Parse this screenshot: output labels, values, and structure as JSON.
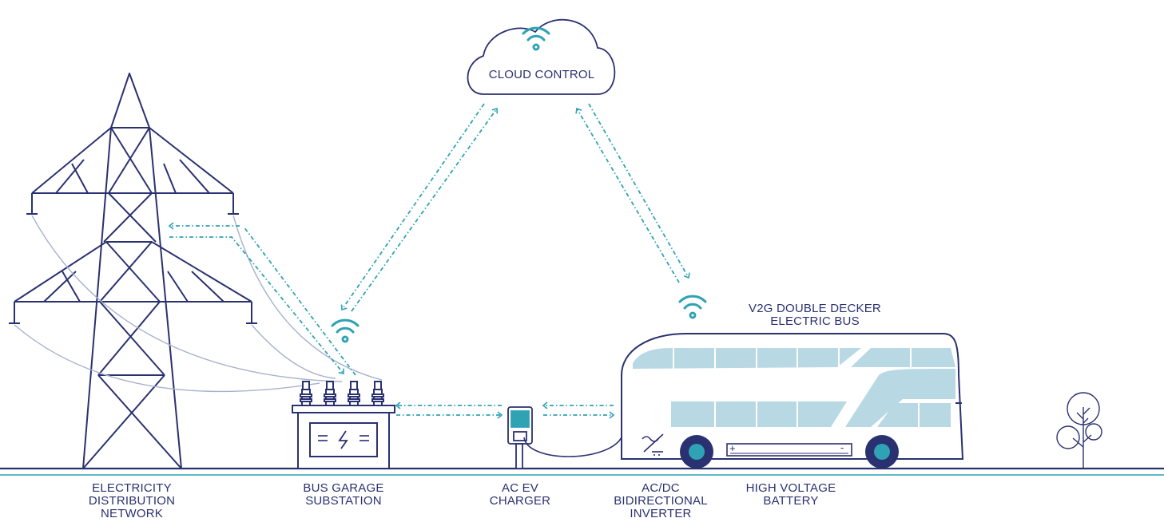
{
  "cloud": {
    "label": "CLOUD CONTROL"
  },
  "bus": {
    "title_lines": [
      "V2G DOUBLE DECKER",
      "ELECTRIC BUS"
    ]
  },
  "battery": {
    "plus": "+",
    "minus": "-"
  },
  "labels": {
    "network": [
      "ELECTRICITY",
      "DISTRIBUTION",
      "NETWORK"
    ],
    "substation": [
      "BUS GARAGE",
      "SUBSTATION"
    ],
    "charger": [
      "AC EV",
      "CHARGER"
    ],
    "inverter": [
      "AC/DC",
      "BIDIRECTIONAL",
      "INVERTER"
    ],
    "battery": [
      "HIGH VOLTAGE",
      "BATTERY"
    ]
  },
  "colors": {
    "navy": "#2a3170",
    "teal": "#2fa3b3",
    "light_blue": "#b8d8e3",
    "cable_grey": "#a9b3cc"
  },
  "icons": [
    "cloud-icon",
    "wifi-icon",
    "tree-icon",
    "lightning-icon",
    "plug-icon",
    "ac-dc-icon"
  ]
}
